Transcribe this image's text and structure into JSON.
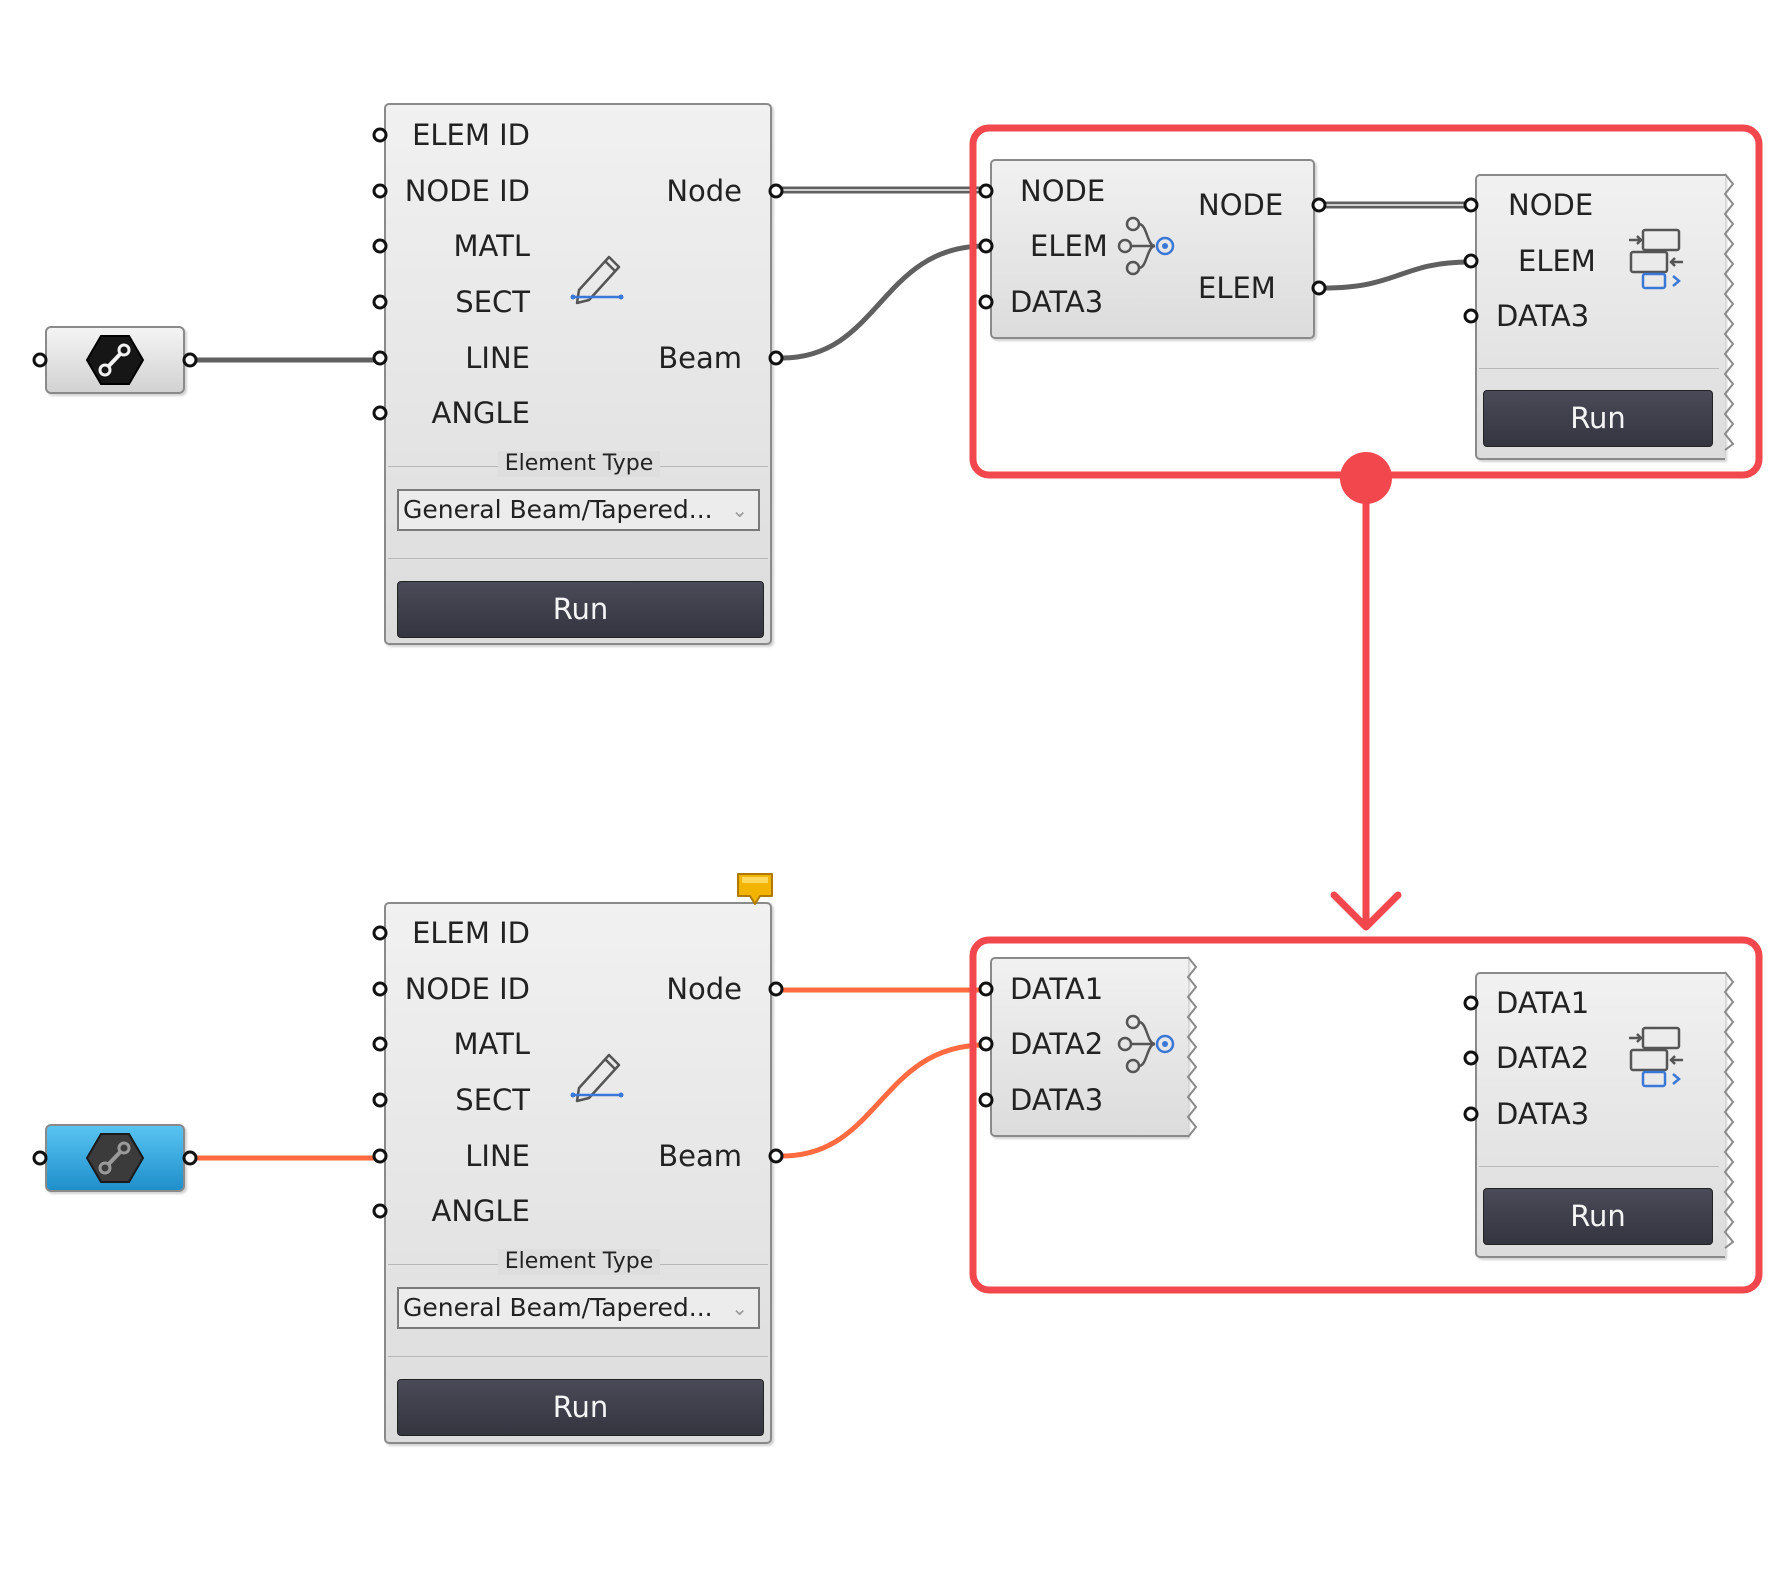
{
  "colors": {
    "wire_gray": "#606060",
    "wire_orange": "#ff6a40",
    "highlight_red": "#f2474d",
    "run_button": "#3b3b46",
    "param_blue": "#2aa3dd",
    "comment_bubble": "#f3b400"
  },
  "top": {
    "line_param": {
      "icon": "line-hex-icon"
    },
    "element_component": {
      "inputs": [
        "ELEM ID",
        "NODE ID",
        "MATL",
        "SECT",
        "LINE",
        "ANGLE"
      ],
      "outputs": [
        "Node",
        "Beam"
      ],
      "icon": "pencil-line-icon",
      "type_caption": "Element Type",
      "type_value": "General Beam/Tapered...",
      "run_label": "Run"
    },
    "merge_component": {
      "inputs": [
        "NODE",
        "ELEM",
        "DATA3"
      ],
      "outputs": [
        "NODE",
        "ELEM"
      ],
      "icon": "merge-nodes-icon"
    },
    "send_component": {
      "inputs": [
        "NODE",
        "ELEM",
        "DATA3"
      ],
      "icon": "send-data-icon",
      "run_label": "Run"
    }
  },
  "bottom": {
    "line_param": {
      "icon": "line-hex-icon"
    },
    "element_component": {
      "inputs": [
        "ELEM ID",
        "NODE ID",
        "MATL",
        "SECT",
        "LINE",
        "ANGLE"
      ],
      "outputs": [
        "Node",
        "Beam"
      ],
      "icon": "pencil-line-icon",
      "type_caption": "Element Type",
      "type_value": "General Beam/Tapered...",
      "run_label": "Run",
      "comment_icon": "comment-bubble-icon"
    },
    "merge_component": {
      "inputs": [
        "DATA1",
        "DATA2",
        "DATA3"
      ],
      "icon": "merge-nodes-icon"
    },
    "send_component": {
      "inputs": [
        "DATA1",
        "DATA2",
        "DATA3"
      ],
      "icon": "send-data-icon",
      "run_label": "Run"
    }
  },
  "annotation": {
    "arrow_icon": "down-arrow-icon"
  }
}
